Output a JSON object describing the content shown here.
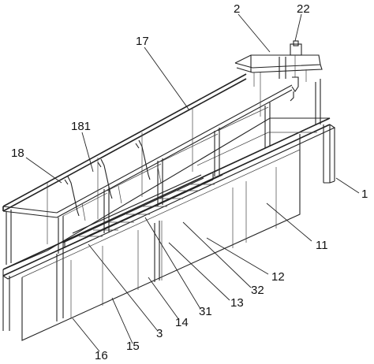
{
  "labels": [
    "2",
    "22",
    "17",
    "181",
    "18",
    "1",
    "11",
    "12",
    "32",
    "13",
    "31",
    "14",
    "3",
    "15",
    "16"
  ]
}
